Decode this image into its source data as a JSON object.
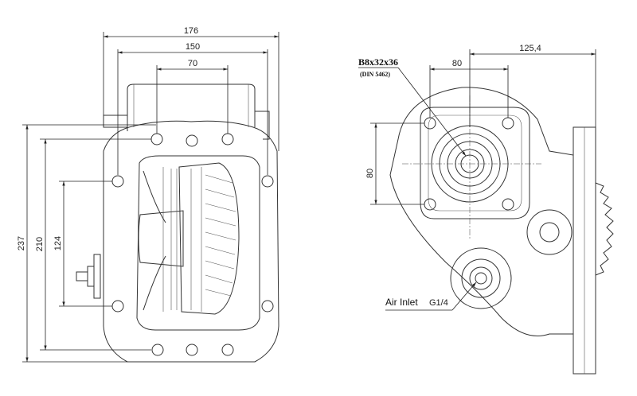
{
  "front_view": {
    "width_overall": "176",
    "width_flange": "150",
    "width_bolts": "70",
    "height_overall": "237",
    "height_flange": "210",
    "height_bolts": "124"
  },
  "side_view": {
    "offset_shaft": "125,4",
    "bolt_square_h": "80",
    "bolt_square_v": "80",
    "spline_spec": "B8x32x36",
    "spline_standard": "(DIN 5462)",
    "air_inlet_label": "Air Inlet",
    "air_inlet_thread": "G1/4"
  }
}
